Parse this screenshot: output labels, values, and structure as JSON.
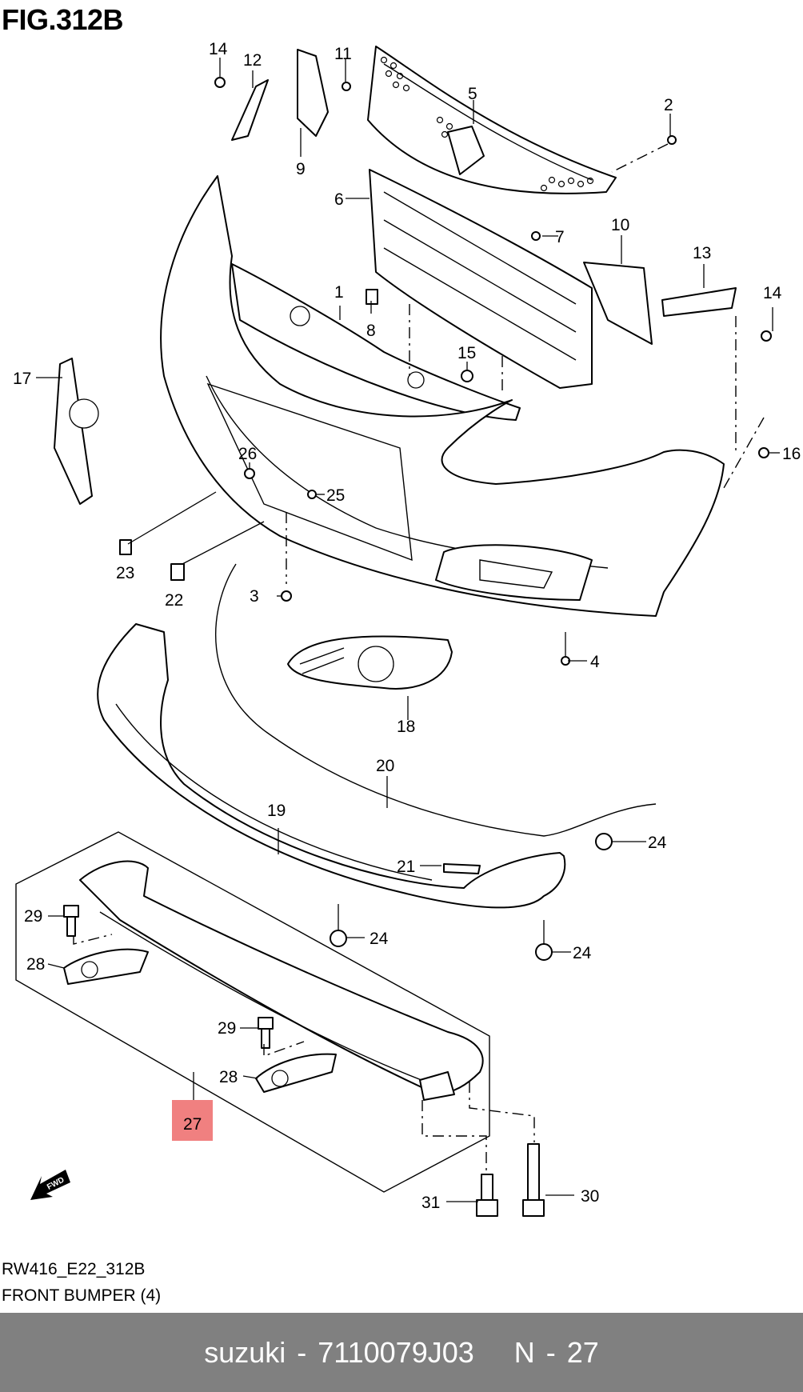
{
  "figure": {
    "title": "FIG.312B",
    "code": "RW416_E22_312B",
    "description": "FRONT BUMPER (4)",
    "highlight_color": "#f08080",
    "direction_label": "FWD"
  },
  "callouts": [
    {
      "id": "c14a",
      "text": "14"
    },
    {
      "id": "c12",
      "text": "12"
    },
    {
      "id": "c11",
      "text": "11"
    },
    {
      "id": "c9",
      "text": "9"
    },
    {
      "id": "c5",
      "text": "5"
    },
    {
      "id": "c2",
      "text": "2"
    },
    {
      "id": "c6",
      "text": "6"
    },
    {
      "id": "c7",
      "text": "7"
    },
    {
      "id": "c10",
      "text": "10"
    },
    {
      "id": "c13",
      "text": "13"
    },
    {
      "id": "c14b",
      "text": "14"
    },
    {
      "id": "c1",
      "text": "1"
    },
    {
      "id": "c8",
      "text": "8"
    },
    {
      "id": "c15",
      "text": "15"
    },
    {
      "id": "c17",
      "text": "17"
    },
    {
      "id": "c16",
      "text": "16"
    },
    {
      "id": "c26",
      "text": "26"
    },
    {
      "id": "c25",
      "text": "25"
    },
    {
      "id": "c23",
      "text": "23"
    },
    {
      "id": "c22",
      "text": "22"
    },
    {
      "id": "c3",
      "text": "3"
    },
    {
      "id": "c4",
      "text": "4"
    },
    {
      "id": "c18",
      "text": "18"
    },
    {
      "id": "c20",
      "text": "20"
    },
    {
      "id": "c19",
      "text": "19"
    },
    {
      "id": "c24a",
      "text": "24"
    },
    {
      "id": "c21",
      "text": "21"
    },
    {
      "id": "c24b",
      "text": "24"
    },
    {
      "id": "c24c",
      "text": "24"
    },
    {
      "id": "c29a",
      "text": "29"
    },
    {
      "id": "c28a",
      "text": "28"
    },
    {
      "id": "c29b",
      "text": "29"
    },
    {
      "id": "c28b",
      "text": "28"
    },
    {
      "id": "c27",
      "text": "27"
    },
    {
      "id": "c31",
      "text": "31"
    },
    {
      "id": "c30",
      "text": "30"
    }
  ],
  "footer": {
    "brand": "suzuki",
    "part_number": "7110079J03",
    "ref": "N - 27"
  }
}
